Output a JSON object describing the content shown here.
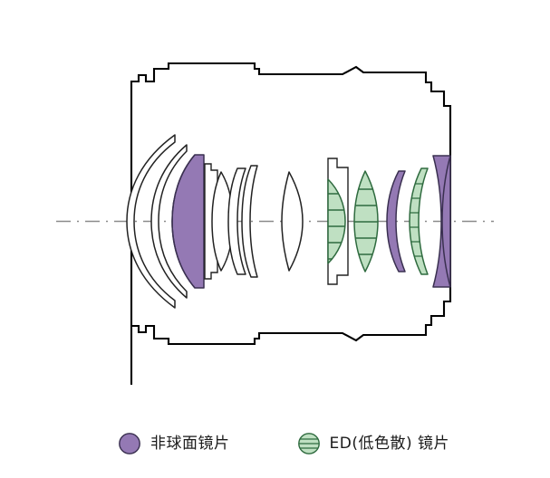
{
  "diagram": {
    "name": "lens-construction-diagram",
    "description": "Optical lens cross-section construction diagram",
    "axis_label": "optical-axis",
    "colors": {
      "aspherical_fill": "#9479B4",
      "aspherical_stroke": "#3a3050",
      "ed_fill": "#BFE0C2",
      "ed_stroke": "#2f6b3f",
      "ed_hatch": "#2f6b3f",
      "element_stroke": "#222222",
      "housing_stroke": "#000000",
      "axis_color": "#8a8a8a",
      "background": "#ffffff"
    }
  },
  "legend": {
    "items": [
      {
        "key": "aspherical",
        "marker": "aspherical-swatch-circle",
        "label": "非球面镜片"
      },
      {
        "key": "ed",
        "marker": "ed-swatch-circle",
        "label": "ED(低色散) 镜片"
      }
    ]
  }
}
